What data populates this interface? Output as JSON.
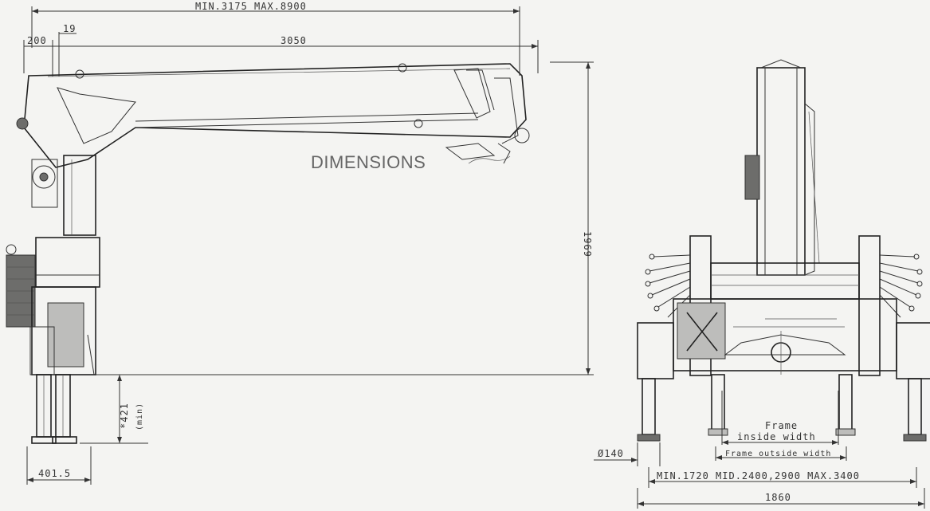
{
  "title": "DIMENSIONS",
  "side_view": {
    "dim_total_length": "MIN.3175 MAX.8900",
    "dim_left_offset": "200",
    "dim_small_offset": "19",
    "dim_boom_length": "3050",
    "dim_height": "1969",
    "dim_ground_clearance": "*421",
    "dim_ground_clearance_note": "(min)",
    "dim_base_width": "401.5"
  },
  "front_view": {
    "frame_inside_label_1": "Frame",
    "frame_inside_label_2": "inside width",
    "frame_outside_label": "Frame outside width",
    "dim_pad_diameter": "Ø140",
    "dim_outrigger_span": "MIN.1720 MID.2400,2900 MAX.3400",
    "dim_overall_width": "1860"
  }
}
